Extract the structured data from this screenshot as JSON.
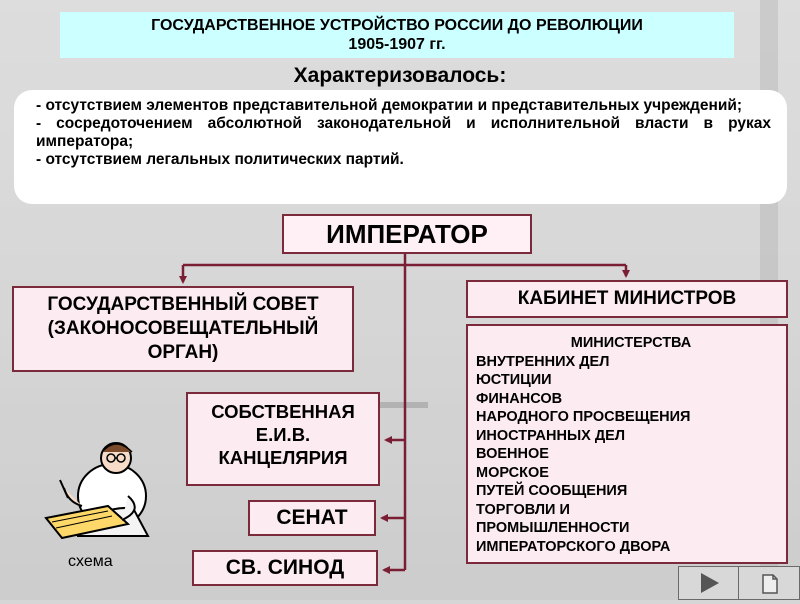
{
  "title": {
    "line1": "ГОСУДАРСТВЕННОЕ УСТРОЙСТВО РОССИИ ДО РЕВОЛЮЦИИ",
    "line2": "1905-1907 гг."
  },
  "subtitle": "Характеризовалось:",
  "description": [
    "- отсутствием элементов представительной демократии и представительных учреждений;",
    "- сосредоточением абсолютной законодательной и исполнительной власти в руках императора;",
    "- отсутствием легальных политических партий."
  ],
  "nodes": {
    "emperor": "ИМПЕРАТОР",
    "council": [
      "ГОСУДАРСТВЕННЫЙ СОВЕТ",
      "(ЗАКОНОСОВЕЩАТЕЛЬНЫЙ",
      "ОРГАН)"
    ],
    "cabinet": "КАБИНЕТ МИНИСТРОВ",
    "chancery": [
      "СОБСТВЕННАЯ",
      "Е.И.В.",
      "КАНЦЕЛЯРИЯ"
    ],
    "senate": "СЕНАТ",
    "synod": "СВ. СИНОД"
  },
  "ministries": {
    "heading": "МИНИСТЕРСТВА",
    "items": [
      "ВНУТРЕННИХ ДЕЛ",
      "ЮСТИЦИИ",
      "ФИНАНСОВ",
      "НАРОДНОГО ПРОСВЕЩЕНИЯ",
      "ИНОСТРАННЫХ ДЕЛ",
      "ВОЕННОЕ",
      "МОРСКОЕ",
      "ПУТЕЙ СООБЩЕНИЯ",
      "ТОРГОВЛИ И",
      "ПРОМЫШЛЕННОСТИ",
      "ИМПЕРАТОРСКОГО ДВОРА"
    ]
  },
  "scheme_label": "схема",
  "icons": {
    "clipart": "writing-clerk-icon",
    "next": "play-right-icon",
    "doc": "document-icon"
  },
  "colors": {
    "title_bg": "#ccffff",
    "node_fill": "#fcecf2",
    "connector": "#7a1f33",
    "background": "#d0d0d0"
  }
}
